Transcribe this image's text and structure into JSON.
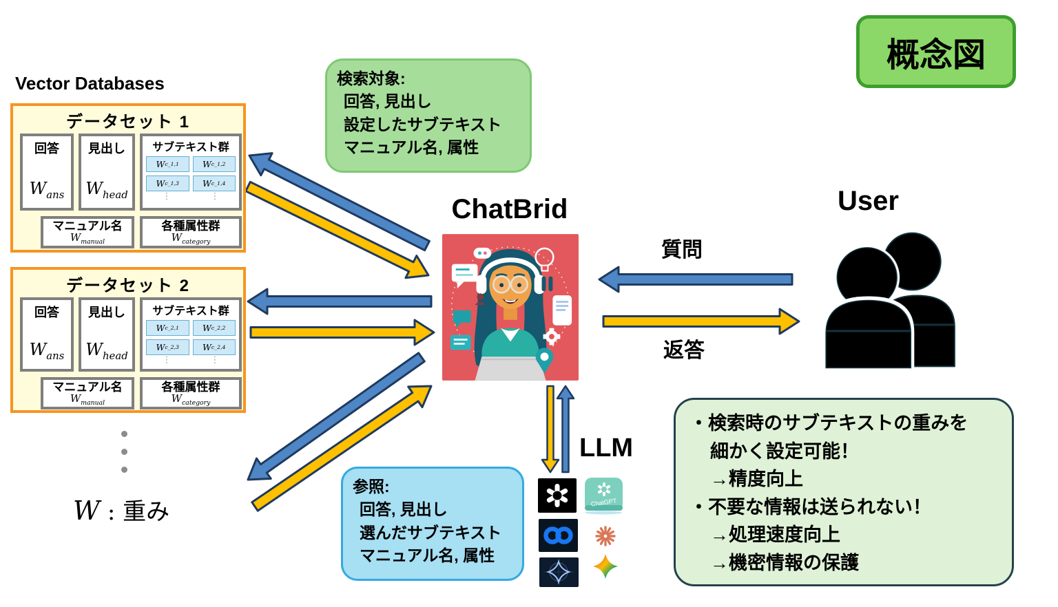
{
  "page_title": "概念図",
  "vector_databases_label": "Vector Databases",
  "datasets": [
    {
      "title": "データセット 1",
      "answer": {
        "label": "回答",
        "symbol": "W",
        "sub": "ans"
      },
      "heading": {
        "label": "見出し",
        "symbol": "W",
        "sub": "head"
      },
      "subtext": {
        "label": "サブテキスト群",
        "symbol": "W",
        "cells": [
          "c_1,1",
          "c_1,2",
          "c_1,3",
          "c_1,4"
        ]
      },
      "manual": {
        "label": "マニュアル名",
        "symbol": "W",
        "sub": "manual"
      },
      "category": {
        "label": "各種属性群",
        "symbol": "W",
        "sub": "category"
      }
    },
    {
      "title": "データセット 2",
      "answer": {
        "label": "回答",
        "symbol": "W",
        "sub": "ans"
      },
      "heading": {
        "label": "見出し",
        "symbol": "W",
        "sub": "head"
      },
      "subtext": {
        "label": "サブテキスト群",
        "symbol": "W",
        "cells": [
          "c_2,1",
          "c_2,2",
          "c_2,3",
          "c_2,4"
        ]
      },
      "manual": {
        "label": "マニュアル名",
        "symbol": "W",
        "sub": "manual"
      },
      "category": {
        "label": "各種属性群",
        "symbol": "W",
        "sub": "category"
      }
    }
  ],
  "weight_note": {
    "symbol": "W",
    "rest": " : 重み"
  },
  "search_target_box": {
    "lines": [
      "検索対象:",
      "回答, 見出し",
      "設定したサブテキスト",
      "マニュアル名, 属性"
    ]
  },
  "reference_box": {
    "lines": [
      "参照:",
      "回答, 見出し",
      "選んだサブテキスト",
      "マニュアル名, 属性"
    ]
  },
  "benefits_box": {
    "lines": [
      "・検索時のサブテキストの重みを",
      "細かく設定可能！",
      "→精度向上",
      "・不要な情報は送られない！",
      "→処理速度向上",
      "→機密情報の保護"
    ]
  },
  "chatbrid": {
    "label": "ChatBrid"
  },
  "user": {
    "label": "User"
  },
  "flow": {
    "question_label": "質問",
    "answer_label": "返答"
  },
  "llm": {
    "label": "LLM",
    "chatgpt_text": "ChatGPT",
    "logos": [
      "openai",
      "chatgpt",
      "meta",
      "claude",
      "gemini-app",
      "gemini-star"
    ]
  },
  "colors": {
    "arrow_blue": "#4E86C6",
    "arrow_yellow": "#FFC000",
    "arrow_outline": "#1F3A5F",
    "dataset_border": "#F79421",
    "dataset_bg": "#FFFCDC",
    "inner_border": "#7F7F7F",
    "cell_bg": "#CDE9F7",
    "cell_border": "#62AFD5",
    "badge_bg": "#8BD868",
    "badge_border": "#3E9E2F",
    "search_box_bg": "#A6DD9B",
    "search_box_border": "#7EC873",
    "reference_box_bg": "#A7DFF3",
    "reference_box_border": "#36A9E0",
    "benefits_bg": "#DFF2D7",
    "benefits_border": "#24424D"
  }
}
